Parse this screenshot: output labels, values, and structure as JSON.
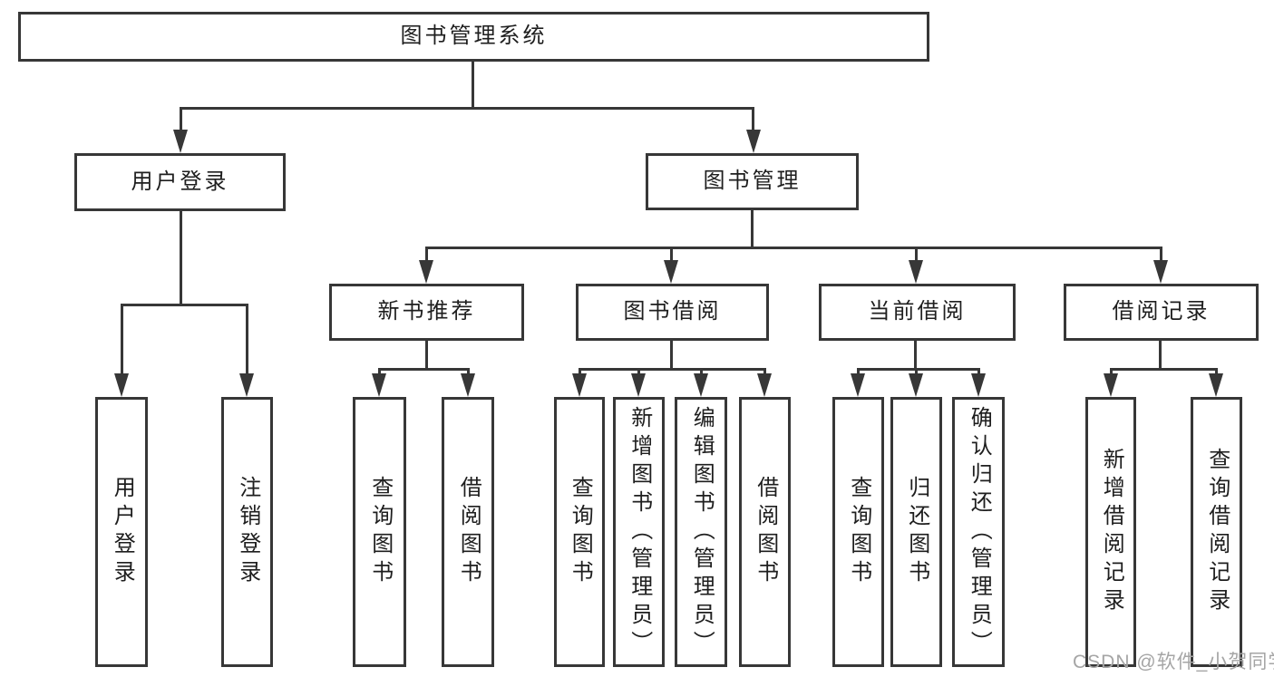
{
  "nodes": {
    "root": "图书管理系统",
    "user_login": "用户登录",
    "book_management": "图书管理",
    "new_book_recommend": "新书推荐",
    "book_borrow": "图书借阅",
    "current_borrow": "当前借阅",
    "borrow_record": "借阅记录",
    "ul_user_login": "用户登录",
    "ul_logout": "注销登录",
    "nb_query_book": "查询图书",
    "nb_borrow_book": "借阅图书",
    "bb_query_book": "查询图书",
    "bb_add_book": "新增图书（管理员）",
    "bb_edit_book": "编辑图书（管理员）",
    "bb_borrow_book": "借阅图书",
    "cb_query_book": "查询图书",
    "cb_return_book": "归还图书",
    "cb_confirm_return": "确认归还（管理员）",
    "br_add_record": "新增借阅记录",
    "br_query_record": "查询借阅记录"
  },
  "hierarchy": {
    "图书管理系统": [
      "用户登录",
      "图书管理"
    ],
    "用户登录": [
      "用户登录",
      "注销登录"
    ],
    "图书管理": [
      "新书推荐",
      "图书借阅",
      "当前借阅",
      "借阅记录"
    ],
    "新书推荐": [
      "查询图书",
      "借阅图书"
    ],
    "图书借阅": [
      "查询图书",
      "新增图书（管理员）",
      "编辑图书（管理员）",
      "借阅图书"
    ],
    "当前借阅": [
      "查询图书",
      "归还图书",
      "确认归还（管理员）"
    ],
    "借阅记录": [
      "新增借阅记录",
      "查询借阅记录"
    ]
  },
  "watermark": "CSDN @软件_小贺同学",
  "colors": {
    "line": "#373737",
    "text": "#1e1e1e",
    "background": "#ffffff",
    "watermark": "#a5a5a5"
  }
}
